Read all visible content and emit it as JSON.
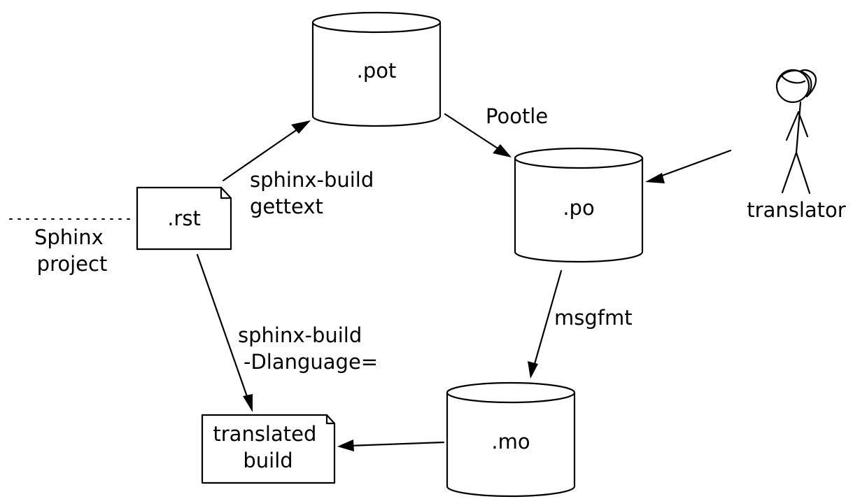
{
  "nodes": {
    "pot": ".pot",
    "po": ".po",
    "mo": ".mo",
    "rst": ".rst",
    "translated_build": [
      "translated",
      "build"
    ]
  },
  "labels": {
    "sphinx_project": [
      "Sphinx",
      "project"
    ],
    "gettext_edge": [
      "sphinx-build",
      "gettext"
    ],
    "pootle_edge": "Pootle",
    "msgfmt_edge": "msgfmt",
    "dlanguage_edge": [
      "sphinx-build",
      "-Dlanguage="
    ],
    "translator": "translator"
  },
  "icons": {
    "translator_figure": "stick-figure-person-icon"
  },
  "colors": {
    "stroke": "#000000",
    "background": "#ffffff"
  }
}
